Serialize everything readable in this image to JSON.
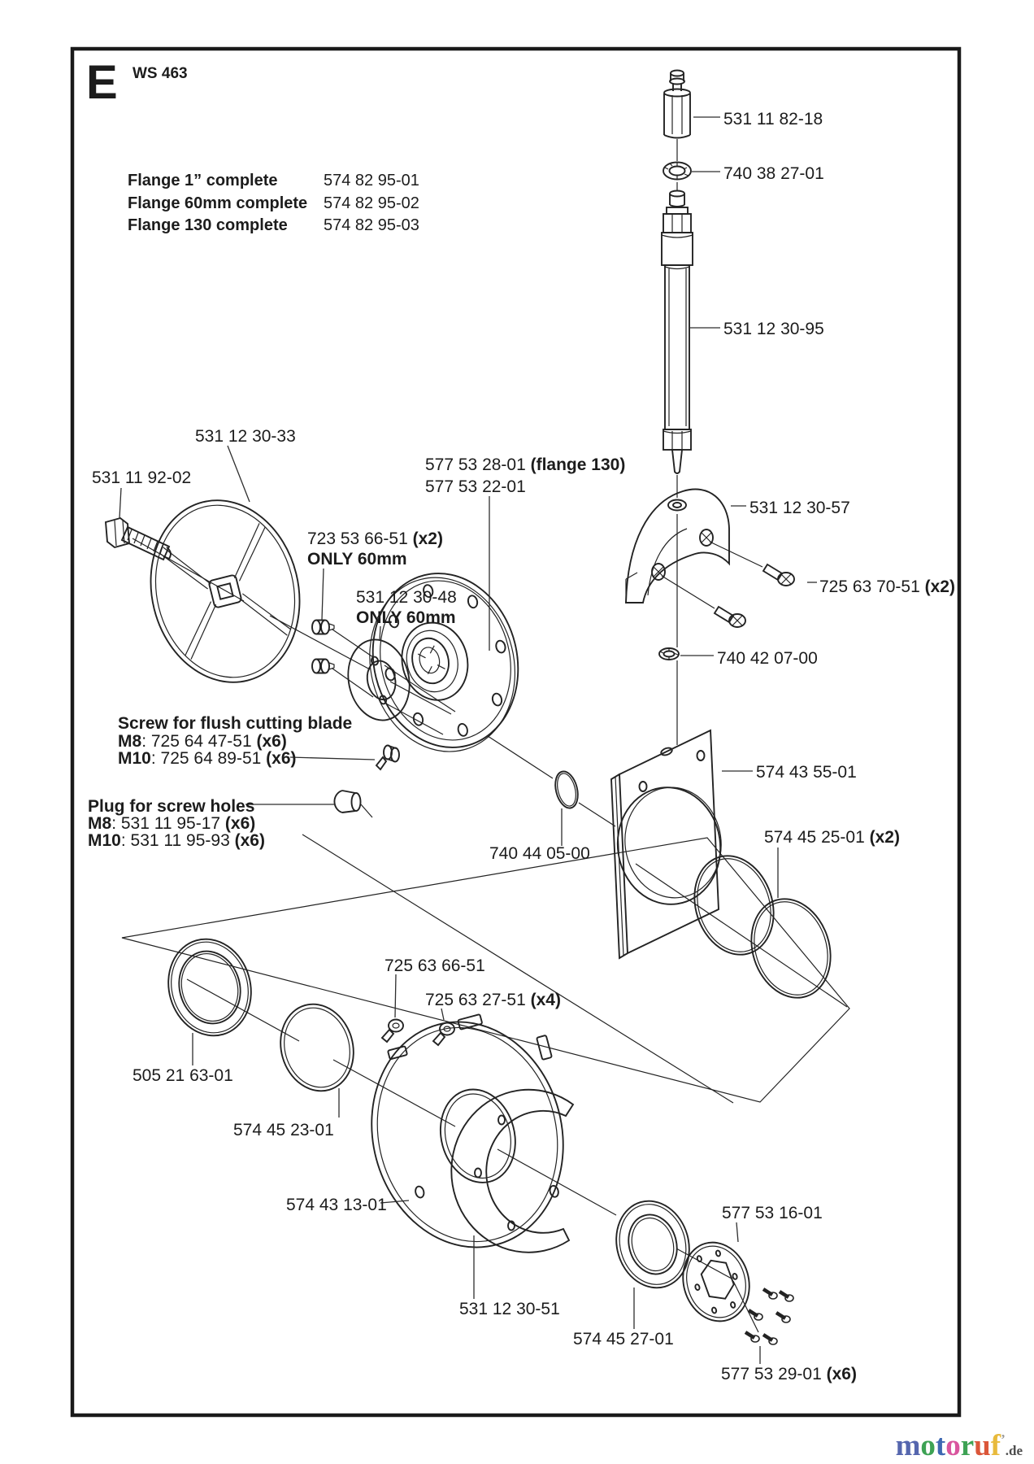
{
  "sheet": {
    "letter": "E",
    "model": "WS 463"
  },
  "flange_table": {
    "rows": [
      {
        "name": "Flange 1” complete",
        "part": "574 82 95-01"
      },
      {
        "name": "Flange 60mm complete",
        "part": "574 82 95-02"
      },
      {
        "name": "Flange 130 complete",
        "part": "574 82 95-03"
      }
    ]
  },
  "labels": [
    {
      "t1": "531 11 82-18"
    },
    {
      "t1": "740 38 27-01"
    },
    {
      "t1": "531 12 30-95"
    },
    {
      "t1": "531 12 30-33"
    },
    {
      "t1": "531 11 92-02"
    },
    {
      "t1": "577 53 28-01 ",
      "b1": "(flange 130)"
    },
    {
      "t1": "577 53 22-01"
    },
    {
      "t1": "531 12 30-57"
    },
    {
      "t1": "723 53 66-51 ",
      "b1": "(x2)"
    },
    {
      "b0": "ONLY 60mm"
    },
    {
      "t1": "531 12 30-48"
    },
    {
      "b0": "ONLY 60mm"
    },
    {
      "t1": "725 63 70-51 ",
      "b1": "(x2)"
    },
    {
      "t1": "740 42 07-00"
    },
    {
      "b0": "Screw for flush cutting blade"
    },
    {
      "b0": "M8",
      "t1": ":  725 64 47-51 ",
      "b1": "(x6)"
    },
    {
      "b0": "M10",
      "t1": ": 725 64 89-51 ",
      "b1": "(x6)"
    },
    {
      "t1": "574 43 55-01"
    },
    {
      "b0": "Plug for screw holes"
    },
    {
      "b0": "M8",
      "t1": ":  531 11 95-17 ",
      "b1": "(x6)"
    },
    {
      "b0": "M10",
      "t1": ": 531 11 95-93 ",
      "b1": "(x6)"
    },
    {
      "t1": "574 45 25-01 ",
      "b1": "(x2)"
    },
    {
      "t1": "740 44 05-00"
    },
    {
      "t1": "725 63 66-51"
    },
    {
      "t1": "725 63 27-51 ",
      "b1": "(x4)"
    },
    {
      "t1": "505 21 63-01"
    },
    {
      "t1": "574 45 23-01"
    },
    {
      "t1": "574 43 13-01"
    },
    {
      "t1": "531 12 30-51"
    },
    {
      "t1": "574 45 27-01"
    },
    {
      "t1": "577 53 16-01"
    },
    {
      "t1": "577 53 29-01 ",
      "b1": "(x6)"
    }
  ],
  "watermark": {
    "letters": [
      {
        "ch": "m",
        "color": "#5566AE"
      },
      {
        "ch": "o",
        "color": "#3DA254"
      },
      {
        "ch": "t",
        "color": "#3E68B2"
      },
      {
        "ch": "o",
        "color": "#D9559E"
      },
      {
        "ch": "r",
        "color": "#3DA254"
      },
      {
        "ch": "u",
        "color": "#DB5639"
      },
      {
        "ch": "f",
        "color": "#E8BA3C"
      }
    ],
    "tick": "’",
    "suffix": ".de",
    "suffix_color": "#4d4d4d"
  }
}
